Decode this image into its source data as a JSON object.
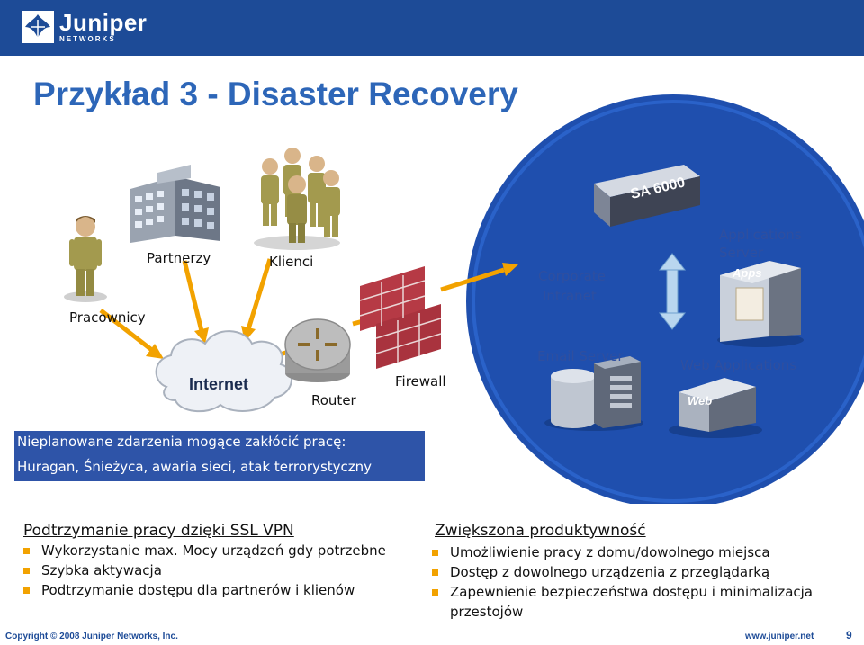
{
  "header": {
    "logo_name": "Juniper",
    "logo_sub": "NETWORKS",
    "brand_color": "#1d4b97"
  },
  "title": "Przykład 3 - Disaster Recovery",
  "diagram": {
    "pracownicy": "Pracownicy",
    "partnerzy": "Partnerzy",
    "klienci": "Klienci",
    "internet": "Internet",
    "router": "Router",
    "firewall": "Firewall",
    "corporate_line1": "Corporate",
    "corporate_line2": "Intranet",
    "sa_label": "SA 6000",
    "apps_server_line1": "Applications",
    "apps_server_line2": "Server",
    "apps_tag": "Apps",
    "email_server": "Email Server",
    "web_applications": "Web Applications",
    "web_tag": "Web"
  },
  "threats": {
    "line1": "Nieplanowane zdarzenia mogące zakłócić pracę:",
    "line2": "Huragan, Śnieżyca, awaria sieci, atak terrorystyczny"
  },
  "left_section": {
    "heading": "Podtrzymanie pracy dzięki SSL VPN",
    "items": [
      "Wykorzystanie max. Mocy urządzeń gdy potrzebne",
      "Szybka aktywacja",
      "Podtrzymanie dostępu dla partnerów i klienów"
    ]
  },
  "right_section": {
    "heading": "Zwiększona produktywność",
    "items": [
      "Umożliwienie pracy z domu/dowolnego miejsca",
      "Dostęp z dowolnego urządzenia z przeglądarką",
      "Zapewnienie bezpieczeństwa dostępu i minimalizacja przestojów"
    ]
  },
  "footer": {
    "copyright": "Copyright © 2008 Juniper Networks, Inc.",
    "url": "www.juniper.net",
    "page": "9"
  }
}
